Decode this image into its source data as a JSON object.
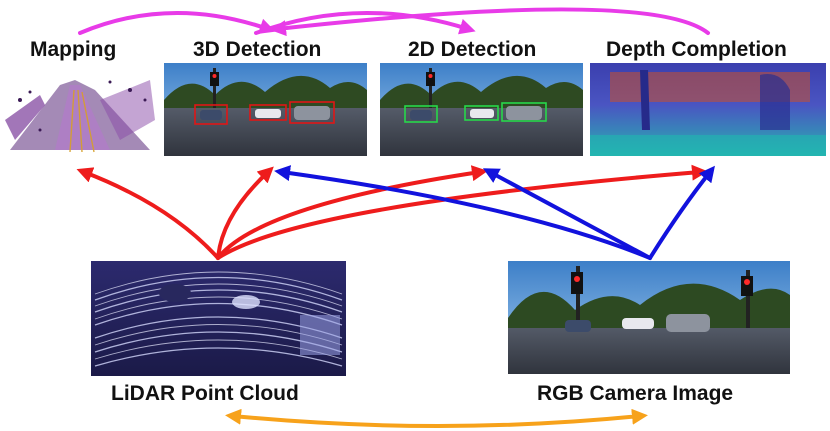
{
  "tasks": {
    "mapping": "Mapping",
    "detection_3d": "3D Detection",
    "detection_2d": "2D Detection",
    "depth_completion": "Depth Completion"
  },
  "inputs": {
    "lidar": "LiDAR Point Cloud",
    "rgb": "RGB Camera Image"
  },
  "colors": {
    "lidar_arrows": "#ee1c1c",
    "camera_arrows": "#1212dd",
    "task_links": "#e83be8",
    "fusion_link": "#f7a21b"
  }
}
